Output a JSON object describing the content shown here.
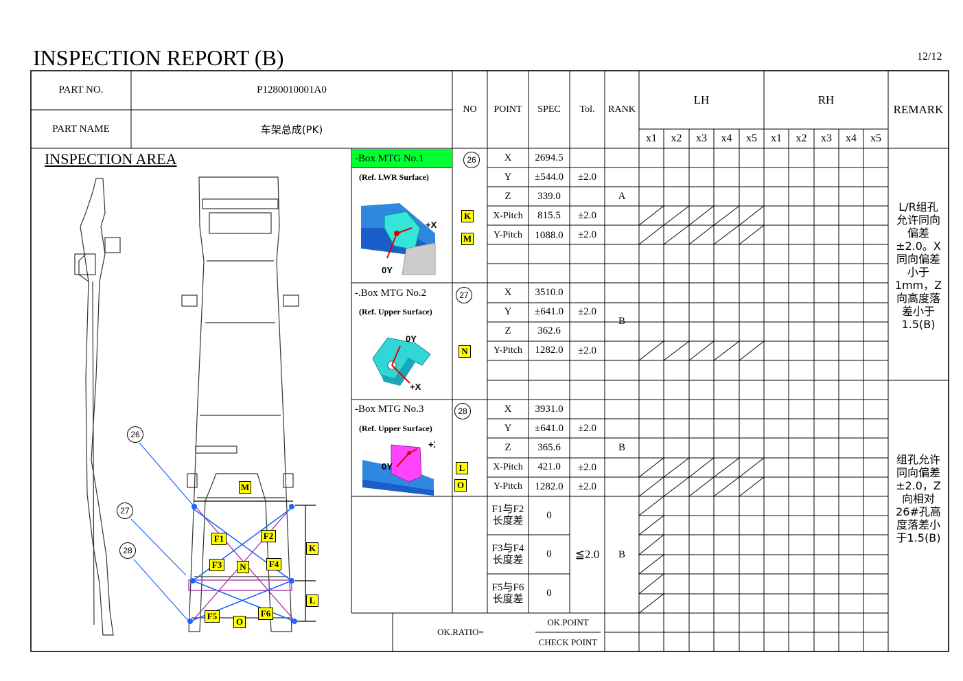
{
  "title": "INSPECTION REPORT (B)",
  "page": "12/12",
  "header": {
    "part_no_label": "PART NO.",
    "part_no": "P1280010001A0",
    "part_name_label": "PART NAME",
    "part_name": "车架总成(PK)",
    "no": "NO",
    "point": "POINT",
    "spec": "SPEC",
    "tol": "Tol.",
    "rank": "RANK",
    "lh": "LH",
    "rh": "RH",
    "remark": "REMARK",
    "x_cols": [
      "x1",
      "x2",
      "x3",
      "x4",
      "x5",
      "x1",
      "x2",
      "x3",
      "x4",
      "x5"
    ]
  },
  "inspection_area": "INSPECTION AREA",
  "sections": [
    {
      "name": "-Box MTG No.1",
      "ref": "(Ref. LWR Surface)",
      "no": "26",
      "points": [
        "X",
        "Y",
        "Z",
        "X-Pitch",
        "Y-Pitch"
      ],
      "specs": [
        "2694.5",
        "±544.0",
        "339.0",
        "815.5",
        "1088.0"
      ],
      "tols": [
        "±2.0",
        "±2.0",
        "±2.0"
      ],
      "rank": "A",
      "labels": [
        "K",
        "M"
      ]
    },
    {
      "name": "-.Box MTG No.2",
      "ref": "(Ref. Upper Surface)",
      "no": "27",
      "points": [
        "X",
        "Y",
        "Z",
        "Y-Pitch"
      ],
      "specs": [
        "3510.0",
        "±641.0",
        "362.6",
        "1282.0"
      ],
      "tols": [
        "±2.0",
        "±2.0"
      ],
      "rank": "B",
      "labels": [
        "N"
      ]
    },
    {
      "name": "-Box MTG No.3",
      "ref": "(Ref. Upper Surface)",
      "no": "28",
      "points": [
        "X",
        "Y",
        "Z",
        "X-Pitch",
        "Y-Pitch"
      ],
      "specs": [
        "3931.0",
        "±641.0",
        "365.6",
        "421.0",
        "1282.0"
      ],
      "tols": [
        "±2.0",
        "±2.0",
        "±2.0"
      ],
      "rank": "B",
      "labels": [
        "L",
        "O"
      ]
    }
  ],
  "diffs": [
    {
      "point_a": "F1与F2",
      "point_b": "长度差",
      "spec": "0"
    },
    {
      "point_a": "F3与F4",
      "point_b": "长度差",
      "spec": "0"
    },
    {
      "point_a": "F5与F6",
      "point_b": "长度差",
      "spec": "0"
    }
  ],
  "diff_tol": "≦2.0",
  "diff_rank": "B",
  "remarks": [
    [
      "L/R组孔",
      "允许同向",
      "偏差",
      "±2.0。X",
      "同向偏差",
      "小于",
      "1mm，Z",
      "向高度落",
      "差小于",
      "1.5(B)"
    ],
    [
      "组孔允许",
      "同向偏差",
      "±2.0，Z",
      "向相对",
      "26#孔高",
      "度落差小",
      "于1.5(B)"
    ]
  ],
  "footer": {
    "ok_ratio": "OK.RATIO=",
    "ok_point": "OK.POINT",
    "check_point": "CHECK POINT"
  },
  "drawing": {
    "labels": [
      "M",
      "F1",
      "F2",
      "F3",
      "N",
      "F4",
      "F5",
      "O",
      "F6",
      "K",
      "L"
    ],
    "callouts": [
      "26",
      "27",
      "28"
    ],
    "axis": [
      "+X",
      "0Y",
      "0Y",
      "+X",
      "+X",
      "0Y"
    ]
  },
  "colors": {
    "highlight": "#00ff33",
    "label_fill": "#ffff00",
    "cyan": "#33d6d6",
    "magenta": "#ff33ff",
    "blue": "#1a66ff"
  }
}
